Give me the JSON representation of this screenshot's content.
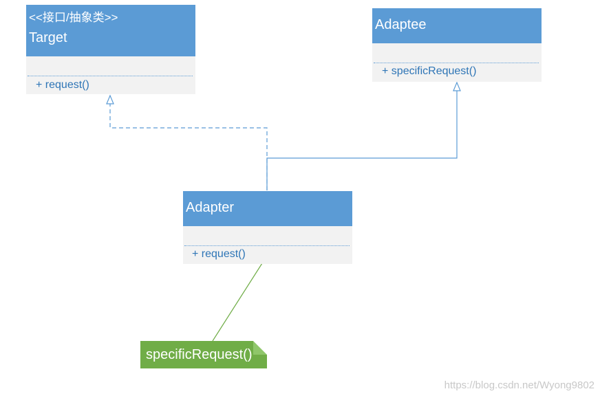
{
  "target": {
    "stereotype": "<<接口/抽象类>>",
    "name": "Target",
    "method": "+  request()"
  },
  "adaptee": {
    "name": "Adaptee",
    "method": "+  specificRequest()"
  },
  "adapter": {
    "name": "Adapter",
    "method": "+ request()"
  },
  "note": {
    "text": "specificRequest()"
  },
  "watermark": "https://blog.csdn.net/Wyong9802",
  "colors": {
    "class_header": "#5b9bd5",
    "class_body": "#f2f2f2",
    "method_text": "#2e75b6",
    "note_bg": "#70ad47",
    "connector": "#5b9bd5",
    "note_link": "#70ad47"
  }
}
